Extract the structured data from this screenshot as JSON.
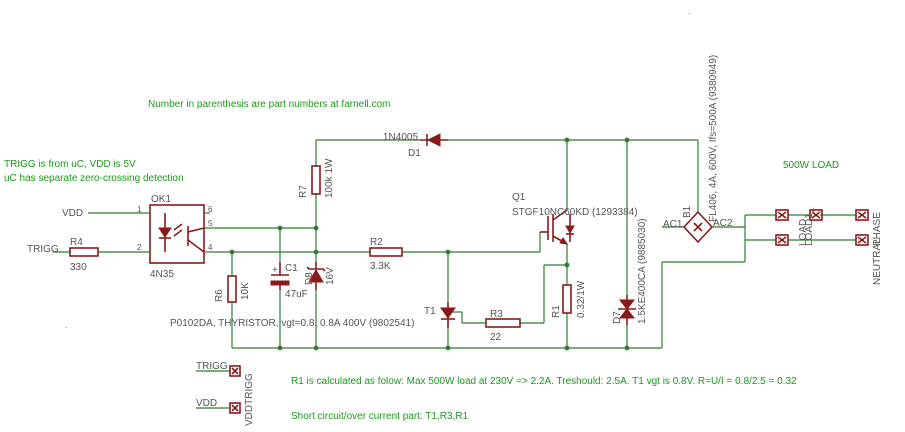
{
  "notes": {
    "farnell": "Number in parenthesis are part numbers at farnell.com",
    "trigg_line1": "TRIGG is from uC, VDD is 5V",
    "trigg_line2": "uC has separate zero-crossing detection",
    "load": "500W LOAD",
    "r1_calc": "R1 is calculated as folow: Max 500W load at 230V => 2.2A. Treshould: 2.5A. T1 vgt is 0.8V. R=U/I = 0.8/2.5 = 0.32",
    "short_circuit": "Short circuit/over current part: T1,R3,R1"
  },
  "nets": {
    "vdd": "VDD",
    "trigg": "TRIGG",
    "phase": "PHASE",
    "neutral": "NEUTRAL",
    "load": "LOAD",
    "load1": "LOAD1_"
  },
  "components": {
    "ok1": {
      "ref": "OK1",
      "value": "4N35",
      "pin1": "1",
      "pin2": "2",
      "pin4": "4",
      "pin5": "5",
      "pin6": "6"
    },
    "r4": {
      "ref": "R4",
      "value": "330"
    },
    "r7": {
      "ref": "R7",
      "value": "100k 1W"
    },
    "r6": {
      "ref": "R6",
      "value": "10K"
    },
    "c1": {
      "ref": "C1",
      "value": "47uF"
    },
    "d8": {
      "ref": "D8",
      "value": "16V"
    },
    "r2": {
      "ref": "R2",
      "value": "3.3K"
    },
    "t1": {
      "ref": "T1",
      "value": "P0102DA, THYRISTOR, vgt=0.8, 0.8A 400V (9802541)"
    },
    "r3": {
      "ref": "R3",
      "value": "22"
    },
    "r1": {
      "ref": "R1",
      "value": "0.32/1W"
    },
    "d7": {
      "ref": "D7",
      "value": "1.5KE400CA (9885030)"
    },
    "d1": {
      "ref": "D1",
      "value": "1N4005"
    },
    "q1": {
      "ref": "Q1",
      "value": "STGF10NC60KD (1293384)"
    },
    "b1": {
      "ref": "B1",
      "value": "FL406, 4A, 600V, Ifs=500A (9380949)",
      "ac1": "AC1",
      "ac2": "AC2"
    }
  },
  "colors": {
    "wire": "#2f7d2f",
    "part": "#8a1a1a",
    "note": "#1a9a1a",
    "label": "#555555"
  }
}
